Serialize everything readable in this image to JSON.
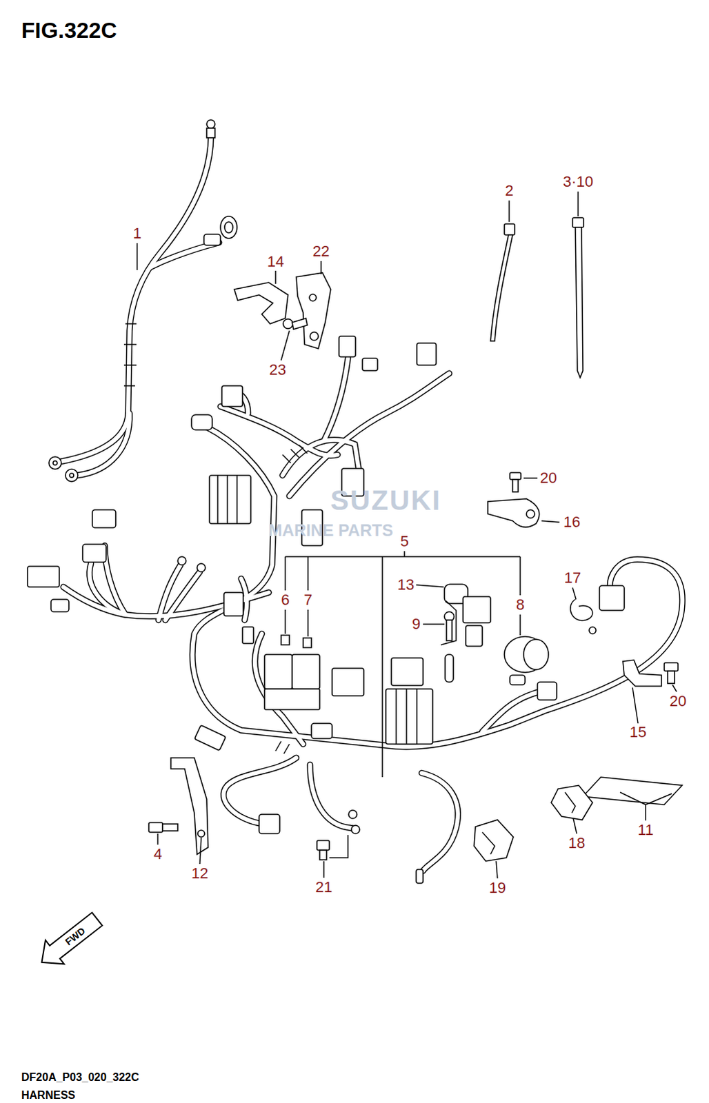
{
  "diagram": {
    "title": "FIG.322C",
    "labels": [
      "1",
      "2",
      "3·10",
      "14",
      "22",
      "23",
      "SUZUKI",
      "MARINE PARTS",
      "20",
      "16",
      "5",
      "6",
      "7",
      "13",
      "17",
      "9",
      "8",
      "20",
      "15",
      "11",
      "18",
      "19",
      "4",
      "12",
      "21",
      "FWD",
      "DF20A_P03_020_322C",
      "HARNESS"
    ]
  }
}
